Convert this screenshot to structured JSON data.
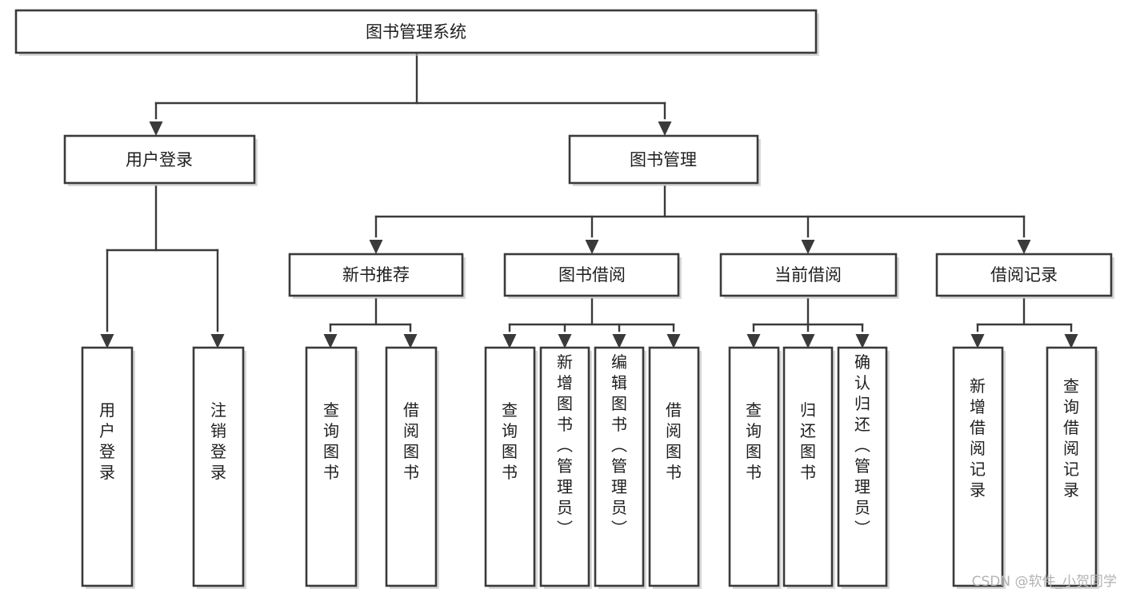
{
  "diagram": {
    "title": "图书管理系统",
    "type": "tree-hierarchy",
    "root": {
      "id": "root",
      "label": "图书管理系统"
    },
    "level2": [
      {
        "id": "user-login",
        "label": "用户登录"
      },
      {
        "id": "book-manage",
        "label": "图书管理"
      }
    ],
    "level3": [
      {
        "id": "new-book-rec",
        "label": "新书推荐"
      },
      {
        "id": "book-borrow",
        "label": "图书借阅"
      },
      {
        "id": "current-borrow",
        "label": "当前借阅"
      },
      {
        "id": "borrow-record",
        "label": "借阅记录"
      }
    ],
    "leaves": {
      "user_login": [
        {
          "id": "leaf-user-login",
          "label": "用户登录"
        },
        {
          "id": "leaf-logout",
          "label": "注销登录"
        }
      ],
      "new_book_rec": [
        {
          "id": "leaf-query-book-1",
          "label": "查询图书"
        },
        {
          "id": "leaf-borrow-book-1",
          "label": "借阅图书"
        }
      ],
      "book_borrow": [
        {
          "id": "leaf-query-book-2",
          "label": "查询图书"
        },
        {
          "id": "leaf-add-book",
          "label": "新增图书（管理员）"
        },
        {
          "id": "leaf-edit-book",
          "label": "编辑图书（管理员）"
        },
        {
          "id": "leaf-borrow-book-2",
          "label": "借阅图书"
        }
      ],
      "current_borrow": [
        {
          "id": "leaf-query-book-3",
          "label": "查询图书"
        },
        {
          "id": "leaf-return-book",
          "label": "归还图书"
        },
        {
          "id": "leaf-confirm-return",
          "label": "确认归还（管理员）"
        }
      ],
      "borrow_record": [
        {
          "id": "leaf-add-record",
          "label": "新增借阅记录"
        },
        {
          "id": "leaf-query-record",
          "label": "查询借阅记录"
        }
      ]
    }
  },
  "watermark": {
    "text": "CSDN @软件_小贺同学"
  },
  "colors": {
    "box_stroke": "#3a3a3a",
    "box_fill": "#ffffff",
    "connector": "#3a3a3a",
    "text": "#1e1e1e",
    "watermark": "#b3b3b3",
    "background": "#ffffff"
  }
}
